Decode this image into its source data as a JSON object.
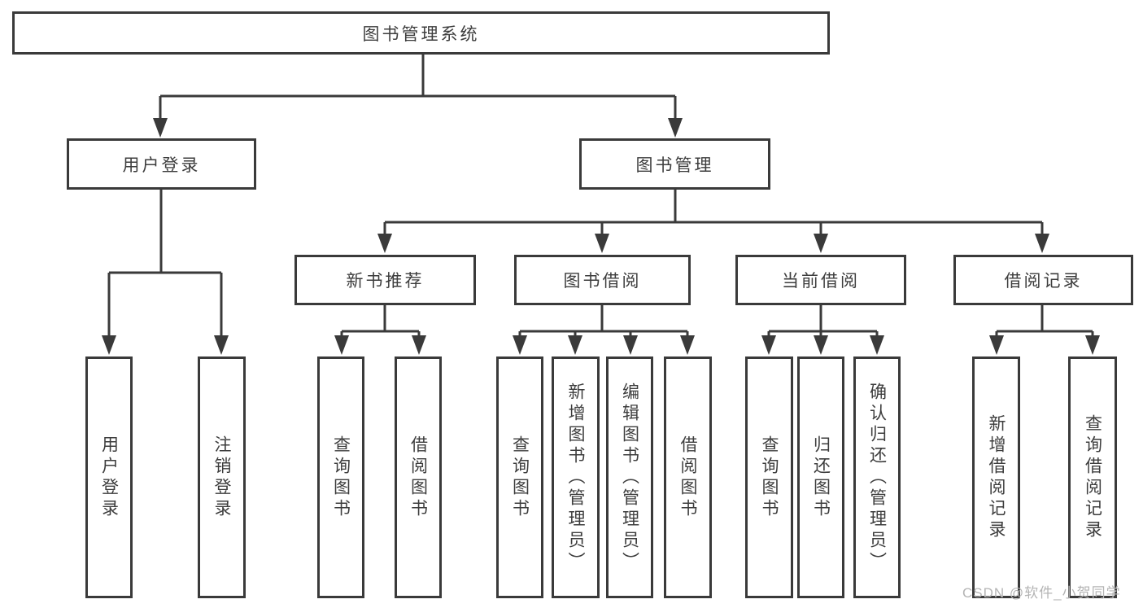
{
  "colors": {
    "line": "#3a3a3a",
    "box_border": "#3a3a3a",
    "box_background": "#ffffff",
    "text": "#3d3d3d",
    "watermark": "#b4b4b4"
  },
  "watermark": {
    "text": "CSDN @软件_小贺同学"
  },
  "tree": {
    "label": "图书管理系统",
    "children": [
      {
        "label": "用户登录",
        "children": [
          {
            "label": "用户登录"
          },
          {
            "label": "注销登录"
          }
        ]
      },
      {
        "label": "图书管理",
        "children": [
          {
            "label": "新书推荐",
            "children": [
              {
                "label": "查询图书"
              },
              {
                "label": "借阅图书"
              }
            ]
          },
          {
            "label": "图书借阅",
            "children": [
              {
                "label": "查询图书"
              },
              {
                "label": "新增图书（管理员）"
              },
              {
                "label": "编辑图书（管理员）"
              },
              {
                "label": "借阅图书"
              }
            ]
          },
          {
            "label": "当前借阅",
            "children": [
              {
                "label": "查询图书"
              },
              {
                "label": "归还图书"
              },
              {
                "label": "确认归还（管理员）"
              }
            ]
          },
          {
            "label": "借阅记录",
            "children": [
              {
                "label": "新增借阅记录"
              },
              {
                "label": "查询借阅记录"
              }
            ]
          }
        ]
      }
    ]
  }
}
